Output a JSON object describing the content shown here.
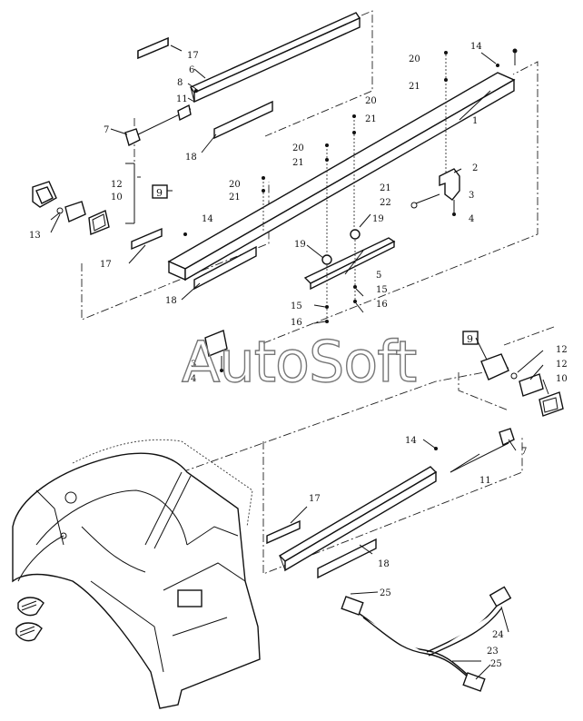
{
  "callouts": {
    "c1": "1",
    "c2": "2",
    "c3a": "3",
    "c3b": "3",
    "c4a": "4",
    "c4b": "4",
    "c5": "5",
    "c6": "6",
    "c7a": "7",
    "c7b": "7",
    "c8": "8",
    "c9a": "9",
    "c9b": "9",
    "c10a": "10",
    "c10b": "10",
    "c11a": "11",
    "c11b": "11",
    "c12a": "12",
    "c12b": "12",
    "c13": "13",
    "c14a": "14",
    "c14b": "14",
    "c14c": "14",
    "c15": "15",
    "c15b": "15",
    "c16": "16",
    "c16b": "16",
    "c17a": "17",
    "c17b": "17",
    "c17c": "17",
    "c18a": "18",
    "c18b": "18",
    "c18c": "18",
    "c19a": "19",
    "c19b": "19",
    "c20a": "20",
    "c20b": "20",
    "c20c": "20",
    "c20d": "20",
    "c21a": "21",
    "c21b": "21",
    "c21c": "21",
    "c21d": "21",
    "c21e": "21",
    "c22": "22",
    "c23": "23",
    "c24": "24",
    "c25a": "25",
    "c25b": "25"
  },
  "watermark": "AutoSoft"
}
